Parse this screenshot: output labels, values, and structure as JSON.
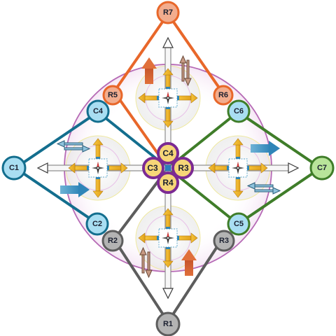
{
  "diagram": {
    "nodes": {
      "r7": "R7",
      "r5": "R5",
      "r6": "R6",
      "c4_outer": "C4",
      "c6": "C6",
      "c1": "C1",
      "c7": "C7",
      "c2": "C2",
      "c5": "C5",
      "r2": "R2",
      "r3": "R3",
      "r1": "R1"
    },
    "center_cluster": {
      "top": "C4",
      "left": "C3",
      "right": "R3",
      "bottom": "R4"
    },
    "colors": {
      "orange": "#e8672a",
      "blue": "#136e8e",
      "green": "#3f7d29",
      "gray": "#5d5d5d",
      "purple": "#7b2a93",
      "magenta_ring": "#b66ab5",
      "salmon_node": "#f2ad8e",
      "light_blue_node": "#a9def2",
      "light_green_node": "#b8e49a",
      "gray_node": "#b3b3b3",
      "yellow_node": "#f6d678"
    },
    "icons": [
      "compass-icon",
      "arrow-icon",
      "junction-icon"
    ]
  }
}
